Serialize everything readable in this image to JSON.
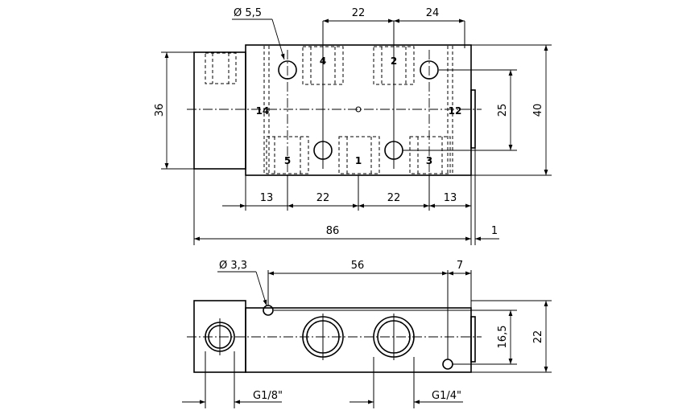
{
  "top_view": {
    "port_labels": {
      "p14": "14",
      "p4": "4",
      "p2": "2",
      "p12": "12",
      "p5": "5",
      "p1": "1",
      "p3": "3"
    },
    "dims": {
      "hole_dia": "Ø 5,5",
      "d22_top": "22",
      "d24_top": "24",
      "d36": "36",
      "d25": "25",
      "d40": "40",
      "d13_left": "13",
      "d22_a": "22",
      "d22_b": "22",
      "d13_right": "13",
      "d86": "86",
      "d1": "1"
    }
  },
  "bottom_view": {
    "dims": {
      "hole_dia": "Ø 3,3",
      "d56": "56",
      "d7": "7",
      "d16_5": "16,5",
      "d22": "22",
      "thread_small": "G1/8\"",
      "thread_large": "G1/4\""
    }
  }
}
